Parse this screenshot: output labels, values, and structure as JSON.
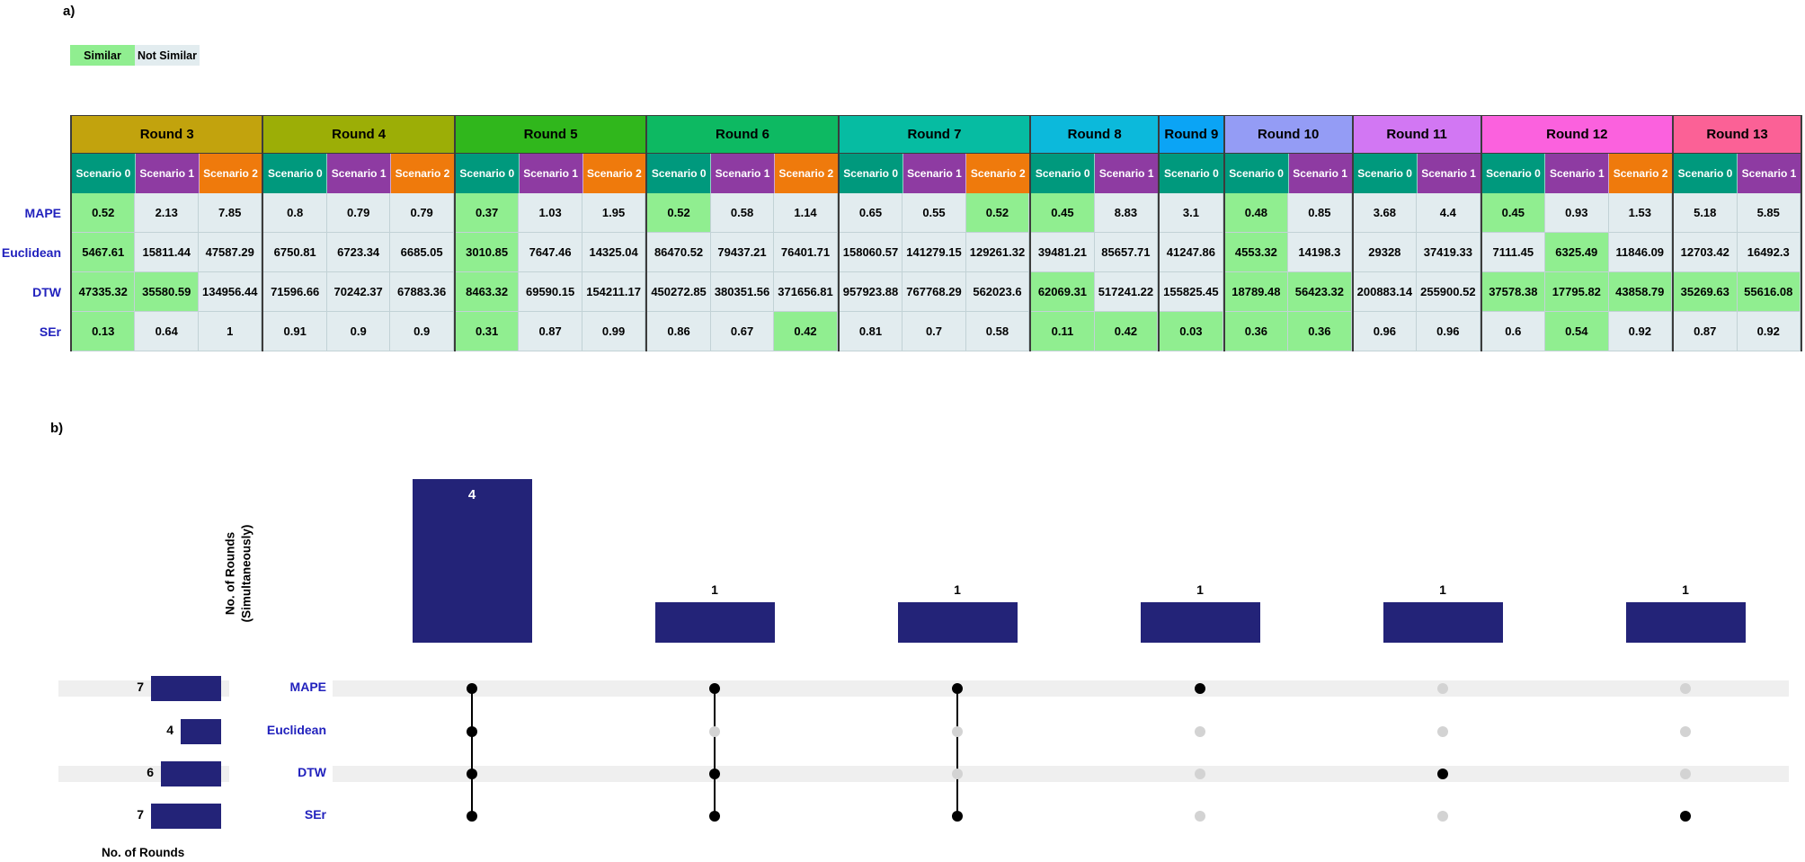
{
  "panel_a_label": "a)",
  "panel_b_label": "b)",
  "legend": {
    "similar": "Similar",
    "not_similar": "Not Similar"
  },
  "colors": {
    "similar_cell": "#90EE90",
    "not_similar_cell": "#E2ECEF",
    "bar_navy": "#232378",
    "stripe_gray": "#EFEFEF",
    "inactive_dot": "#D3D3D3",
    "active_dot": "#000000",
    "metric_label_blue": "#2121BD"
  },
  "chart_data": [
    {
      "type": "table",
      "metrics": [
        "MAPE",
        "Euclidean",
        "DTW",
        "SEr"
      ],
      "scenario_colors": {
        "Scenario 0": "#00997D",
        "Scenario 1": "#8E3BA2",
        "Scenario 2": "#EF7A0C"
      },
      "rounds": [
        {
          "label": "Round 3",
          "color": "#C2A30D",
          "scenarios": [
            "Scenario 0",
            "Scenario 1",
            "Scenario 2"
          ]
        },
        {
          "label": "Round 4",
          "color": "#9CAE06",
          "scenarios": [
            "Scenario 0",
            "Scenario 1",
            "Scenario 2"
          ]
        },
        {
          "label": "Round 5",
          "color": "#30B71C",
          "scenarios": [
            "Scenario 0",
            "Scenario 1",
            "Scenario 2"
          ]
        },
        {
          "label": "Round 6",
          "color": "#0DB962",
          "scenarios": [
            "Scenario 0",
            "Scenario 1",
            "Scenario 2"
          ]
        },
        {
          "label": "Round 7",
          "color": "#06BCA2",
          "scenarios": [
            "Scenario 0",
            "Scenario 1",
            "Scenario 2"
          ]
        },
        {
          "label": "Round 8",
          "color": "#0CB9DB",
          "scenarios": [
            "Scenario 0",
            "Scenario 1"
          ]
        },
        {
          "label": "Round 9",
          "color": "#0BA4F5",
          "scenarios": [
            "Scenario 0"
          ]
        },
        {
          "label": "Round 10",
          "color": "#949CF5",
          "scenarios": [
            "Scenario 0",
            "Scenario 1"
          ]
        },
        {
          "label": "Round 11",
          "color": "#D277F3",
          "scenarios": [
            "Scenario 0",
            "Scenario 1"
          ]
        },
        {
          "label": "Round 12",
          "color": "#FB61DE",
          "scenarios": [
            "Scenario 0",
            "Scenario 1",
            "Scenario 2"
          ]
        },
        {
          "label": "Round 13",
          "color": "#FB6196",
          "scenarios": [
            "Scenario 0",
            "Scenario 1"
          ]
        }
      ],
      "rows": {
        "MAPE": {
          "values": [
            "0.52",
            "2.13",
            "7.85",
            "0.8",
            "0.79",
            "0.79",
            "0.37",
            "1.03",
            "1.95",
            "0.52",
            "0.58",
            "1.14",
            "0.65",
            "0.55",
            "0.52",
            "0.45",
            "8.83",
            "3.1",
            "0.48",
            "0.85",
            "3.68",
            "4.4",
            "0.45",
            "0.93",
            "1.53",
            "5.18",
            "5.85"
          ],
          "similar": [
            true,
            false,
            false,
            false,
            false,
            false,
            true,
            false,
            false,
            true,
            false,
            false,
            false,
            false,
            true,
            true,
            false,
            false,
            true,
            false,
            false,
            false,
            true,
            false,
            false,
            false,
            false
          ]
        },
        "Euclidean": {
          "values": [
            "5467.61",
            "15811.44",
            "47587.29",
            "6750.81",
            "6723.34",
            "6685.05",
            "3010.85",
            "7647.46",
            "14325.04",
            "86470.52",
            "79437.21",
            "76401.71",
            "158060.57",
            "141279.15",
            "129261.32",
            "39481.21",
            "85657.71",
            "41247.86",
            "4553.32",
            "14198.3",
            "29328",
            "37419.33",
            "7111.45",
            "6325.49",
            "11846.09",
            "12703.42",
            "16492.3"
          ],
          "similar": [
            true,
            false,
            false,
            false,
            false,
            false,
            true,
            false,
            false,
            false,
            false,
            false,
            false,
            false,
            false,
            false,
            false,
            false,
            true,
            false,
            false,
            false,
            false,
            true,
            false,
            false,
            false
          ]
        },
        "DTW": {
          "values": [
            "47335.32",
            "35580.59",
            "134956.44",
            "71596.66",
            "70242.37",
            "67883.36",
            "8463.32",
            "69590.15",
            "154211.17",
            "450272.85",
            "380351.56",
            "371656.81",
            "957923.88",
            "767768.29",
            "562023.6",
            "62069.31",
            "517241.22",
            "155825.45",
            "18789.48",
            "56423.32",
            "200883.14",
            "255900.52",
            "37578.38",
            "17795.82",
            "43858.79",
            "35269.63",
            "55616.08"
          ],
          "similar": [
            true,
            true,
            false,
            false,
            false,
            false,
            true,
            false,
            false,
            false,
            false,
            false,
            false,
            false,
            false,
            true,
            false,
            false,
            true,
            true,
            false,
            false,
            true,
            true,
            true,
            true,
            true
          ]
        },
        "SEr": {
          "values": [
            "0.13",
            "0.64",
            "1",
            "0.91",
            "0.9",
            "0.9",
            "0.31",
            "0.87",
            "0.99",
            "0.86",
            "0.67",
            "0.42",
            "0.81",
            "0.7",
            "0.58",
            "0.11",
            "0.42",
            "0.03",
            "0.36",
            "0.36",
            "0.96",
            "0.96",
            "0.6",
            "0.54",
            "0.92",
            "0.87",
            "0.92"
          ],
          "similar": [
            true,
            false,
            false,
            false,
            false,
            false,
            true,
            false,
            false,
            false,
            false,
            true,
            false,
            false,
            false,
            true,
            true,
            true,
            true,
            true,
            false,
            false,
            false,
            true,
            false,
            false,
            false
          ]
        }
      }
    },
    {
      "type": "upset",
      "set_sizes": {
        "categories": [
          "MAPE",
          "Euclidean",
          "DTW",
          "SEr"
        ],
        "values": [
          7,
          4,
          6,
          7
        ],
        "xlabel": "No. of Rounds"
      },
      "intersections": {
        "ylabel_lines": [
          "No. of Rounds",
          "(Simultaneously)"
        ],
        "values": [
          4,
          1,
          1,
          1,
          1,
          1
        ],
        "memberships": [
          [
            "MAPE",
            "Euclidean",
            "DTW",
            "SEr"
          ],
          [
            "MAPE",
            "DTW",
            "SEr"
          ],
          [
            "MAPE",
            "SEr"
          ],
          [
            "MAPE"
          ],
          [
            "DTW"
          ],
          [
            "SEr"
          ]
        ]
      }
    }
  ]
}
